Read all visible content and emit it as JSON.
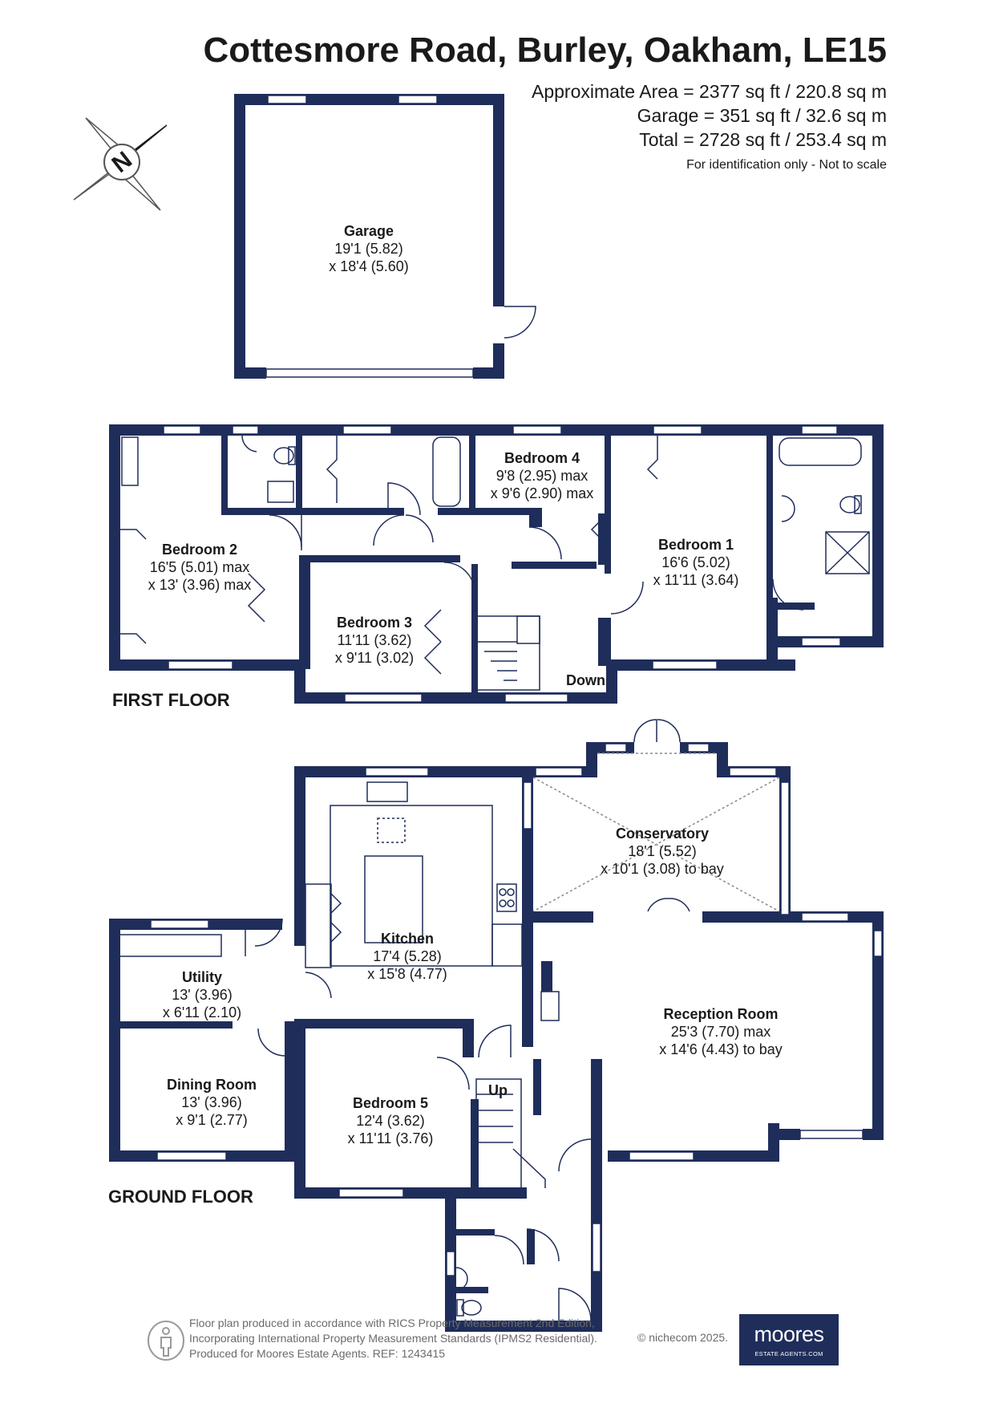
{
  "header": {
    "title": "Cottesmore Road, Burley, Oakham, LE15",
    "area_lines": [
      "Approximate Area = 2377 sq ft / 220.8 sq m",
      "Garage = 351 sq ft / 32.6 sq m",
      "Total = 2728 sq ft / 253.4 sq m"
    ],
    "disclaimer": "For identification only - Not to scale"
  },
  "compass": {
    "letter": "N",
    "icon": "north-compass-icon"
  },
  "floors": {
    "first": "FIRST FLOOR",
    "ground": "GROUND FLOOR"
  },
  "rooms": {
    "garage": {
      "name": "Garage",
      "dims": [
        "19'1 (5.82)",
        "x 18'4 (5.60)"
      ]
    },
    "bedroom2": {
      "name": "Bedroom 2",
      "dims": [
        "16'5 (5.01) max",
        "x 13' (3.96) max"
      ]
    },
    "bedroom4": {
      "name": "Bedroom 4",
      "dims": [
        "9'8 (2.95) max",
        "x 9'6 (2.90) max"
      ]
    },
    "bedroom1": {
      "name": "Bedroom 1",
      "dims": [
        "16'6 (5.02)",
        "x 11'11 (3.64)"
      ]
    },
    "bedroom3": {
      "name": "Bedroom 3",
      "dims": [
        "11'11 (3.62)",
        "x 9'11 (3.02)"
      ]
    },
    "conservatory": {
      "name": "Conservatory",
      "dims": [
        "18'1 (5.52)",
        "x 10'1 (3.08) to bay"
      ]
    },
    "kitchen": {
      "name": "Kitchen",
      "dims": [
        "17'4 (5.28)",
        "x 15'8 (4.77)"
      ]
    },
    "utility": {
      "name": "Utility",
      "dims": [
        "13' (3.96)",
        "x 6'11 (2.10)"
      ]
    },
    "reception": {
      "name": "Reception Room",
      "dims": [
        "25'3 (7.70) max",
        "x 14'6 (4.43) to bay"
      ]
    },
    "dining": {
      "name": "Dining Room",
      "dims": [
        "13' (3.96)",
        "x 9'1 (2.77)"
      ]
    },
    "bedroom5": {
      "name": "Bedroom 5",
      "dims": [
        "12'4 (3.62)",
        "x 11'11 (3.76)"
      ]
    }
  },
  "stairs": {
    "down": "Down",
    "up": "Up"
  },
  "footer": {
    "lines": [
      "Floor plan produced in accordance with RICS Property Measurement 2nd Edition,",
      "Incorporating International Property Measurement Standards (IPMS2 Residential).",
      "Produced for Moores Estate Agents.   REF: 1243415"
    ],
    "copyright": "© nichecom 2025.",
    "logo_main": "moores",
    "logo_sub": "ESTATE AGENTS.COM"
  },
  "colors": {
    "wall": "#1f2d5a",
    "window": "#ffffff",
    "text": "#1a1a1a"
  }
}
